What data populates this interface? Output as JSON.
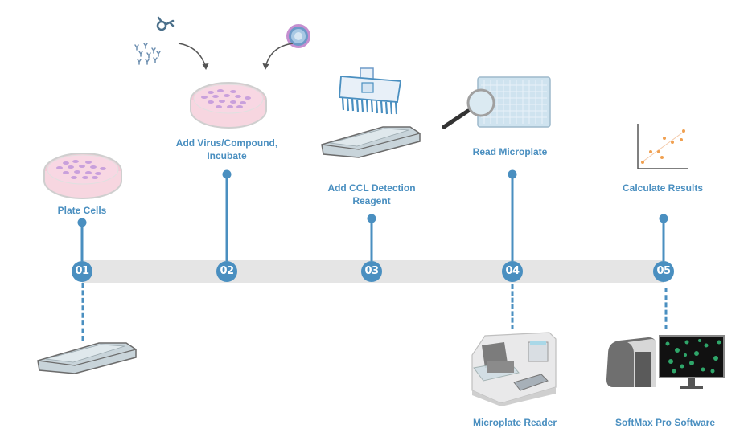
{
  "colors": {
    "accent": "#4a8fc0",
    "timeline_bar": "#e5e5e5",
    "label_text": "#4a8fc0",
    "dish_fill": "#f7d6e0",
    "cell_fill": "#c9a0dc",
    "chart_points": "#f0a050"
  },
  "steps": [
    {
      "number": "01",
      "label_lines": [
        "Plate Cells"
      ],
      "icon": "petri-dish-icon",
      "below_icon": "microplate-icon",
      "below_label": ""
    },
    {
      "number": "02",
      "label_lines": [
        "Add Virus/Compound,",
        "Incubate"
      ],
      "icon": "petri-dish-icon",
      "extra_icons": [
        "antibody-icon",
        "antibodies-cluster-icon",
        "virus-icon",
        "arrow-icon"
      ]
    },
    {
      "number": "03",
      "label_lines": [
        "Add CCL Detection",
        "Reagent"
      ],
      "icon": "multichannel-pipette-icon"
    },
    {
      "number": "04",
      "label_lines": [
        "Read Microplate"
      ],
      "icon": "magnifier-plate-icon",
      "below_icon": "microplate-reader-icon",
      "below_label": "Microplate Reader"
    },
    {
      "number": "05",
      "label_lines": [
        "Calculate Results"
      ],
      "icon": "scatter-plot-icon",
      "below_icon": "softmax-pro-software-icon",
      "below_label": "SoftMax Pro Software"
    }
  ]
}
